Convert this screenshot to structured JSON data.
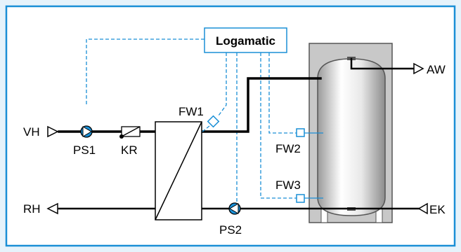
{
  "diagram": {
    "controller": {
      "label": "Logamatic"
    },
    "ports": {
      "flow_in": "VH",
      "return_out": "RH",
      "hot_water_out": "AW",
      "cold_water_in": "EK"
    },
    "components": {
      "pump_primary": "PS1",
      "check_valve": "KR",
      "sensor_exchanger": "FW1",
      "sensor_upper": "FW2",
      "sensor_lower": "FW3",
      "pump_secondary": "PS2"
    },
    "colors": {
      "background": "#e6f3fb",
      "border": "#1a8fd6",
      "control_line": "#1a8fd6",
      "pipe": "#000000",
      "tank_housing": "#c8c8c8"
    }
  }
}
